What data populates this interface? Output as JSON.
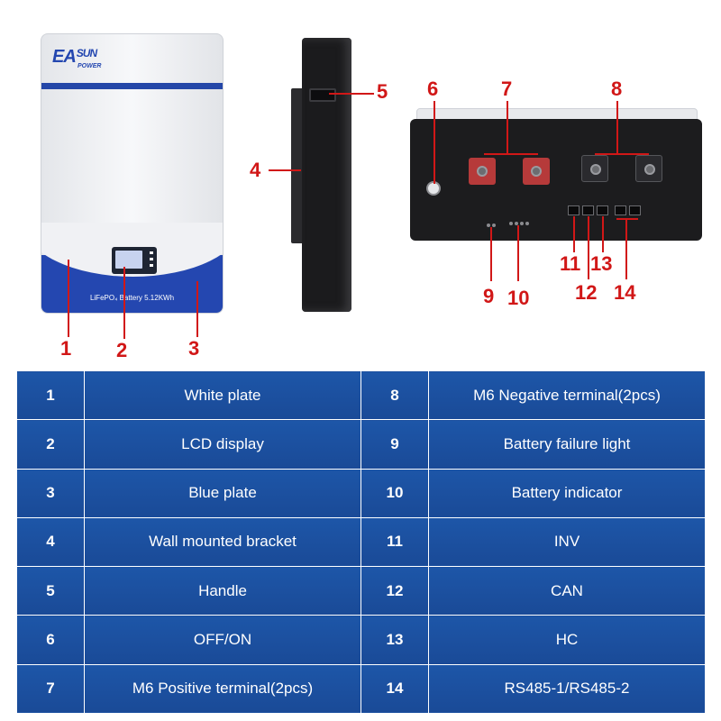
{
  "image": {
    "front": {
      "logo_main": "EA",
      "logo_sun": "SUN",
      "logo_power": "POWER",
      "label": "LiFePO₄ Battery 5.12KWh"
    },
    "callouts": [
      "1",
      "2",
      "3",
      "4",
      "5",
      "6",
      "7",
      "8",
      "9",
      "10",
      "11",
      "12",
      "13",
      "14"
    ],
    "colors": {
      "callout": "#d11717",
      "brand_blue": "#2447b0",
      "table_blue": "#1d56a8",
      "positive_terminal": "#b63a3a"
    }
  },
  "legend": {
    "rows": [
      {
        "left_num": "1",
        "left_text": "White plate",
        "right_num": "8",
        "right_text": "M6 Negative terminal(2pcs)"
      },
      {
        "left_num": "2",
        "left_text": "LCD display",
        "right_num": "9",
        "right_text": "Battery failure light"
      },
      {
        "left_num": "3",
        "left_text": "Blue plate",
        "right_num": "10",
        "right_text": "Battery indicator"
      },
      {
        "left_num": "4",
        "left_text": "Wall mounted bracket",
        "right_num": "11",
        "right_text": "INV"
      },
      {
        "left_num": "5",
        "left_text": "Handle",
        "right_num": "12",
        "right_text": "CAN"
      },
      {
        "left_num": "6",
        "left_text": "OFF/ON",
        "right_num": "13",
        "right_text": "HC"
      },
      {
        "left_num": "7",
        "left_text": "M6 Positive terminal(2pcs)",
        "right_num": "14",
        "right_text": "RS485-1/RS485-2"
      }
    ]
  }
}
